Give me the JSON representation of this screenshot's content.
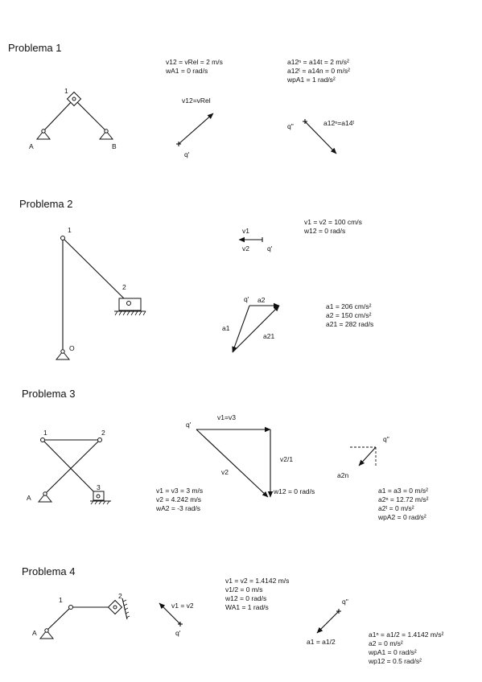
{
  "problems": [
    {
      "title": "Problema 1",
      "labels": {
        "j1": "1",
        "A": "A",
        "B": "B",
        "vlabel": "v12=vRel",
        "qp": "q'",
        "qpp": "q\"",
        "alabel": "a12ⁿ=a14ᵗ"
      },
      "vel_lines": [
        "v12 = vRel = 2 m/s",
        "wA1 = 0 rad/s"
      ],
      "acc_lines": [
        "a12ⁿ = a14t = 2 m/s²",
        "a12ᵗ = a14n = 0 m/s²",
        "wpA1 = 1 rad/s²"
      ]
    },
    {
      "title": "Problema 2",
      "labels": {
        "j1": "1",
        "j2": "2",
        "O": "O",
        "v1": "v1",
        "v2": "v2",
        "qp": "q'",
        "qpa": "q'",
        "a2": "a2",
        "a1": "a1",
        "a21": "a21"
      },
      "vel_lines": [
        "v1 = v2 = 100 cm/s",
        "w12 = 0 rad/s"
      ],
      "acc_lines": [
        "a1 = 206 cm/s²",
        "a2 = 150 cm/s²",
        "a21 = 282 rad/s"
      ]
    },
    {
      "title": "Problema 3",
      "labels": {
        "j1": "1",
        "j2": "2",
        "j3": "3",
        "A": "A",
        "qp": "q'",
        "v1v3": "v1=v3",
        "v21": "v2/1",
        "v2": "v2",
        "w12": "w12 = 0 rad/s",
        "qpp": "q\"",
        "a2n": "a2n"
      },
      "vel_lines": [
        "v1 = v3 = 3 m/s",
        "v2 = 4.242 m/s",
        "wA2 = -3 rad/s"
      ],
      "acc_lines": [
        "a1 = a3 = 0 m/s²",
        "a2ⁿ = 12.72 m/s²",
        "a2ᵗ = 0 m/s²",
        "wpA2 = 0 rad/s²"
      ]
    },
    {
      "title": "Problema 4",
      "labels": {
        "j1": "1",
        "j2": "2",
        "A": "A",
        "v1v2": "v1 = v2",
        "qp": "q'",
        "qpp": "q\"",
        "a1a12": "a1 = a1/2"
      },
      "vel_lines": [
        "v1 = v2 = 1.4142 m/s",
        "v1/2 = 0 m/s",
        "w12 = 0 rad/s",
        "WA1 = 1 rad/s"
      ],
      "acc_lines": [
        "a1ⁿ = a1/2 = 1.4142 m/s²",
        "a2 = 0 m/s²",
        "wpA1 = 0 rad/s²",
        "wp12 = 0.5 rad/s²"
      ]
    }
  ]
}
